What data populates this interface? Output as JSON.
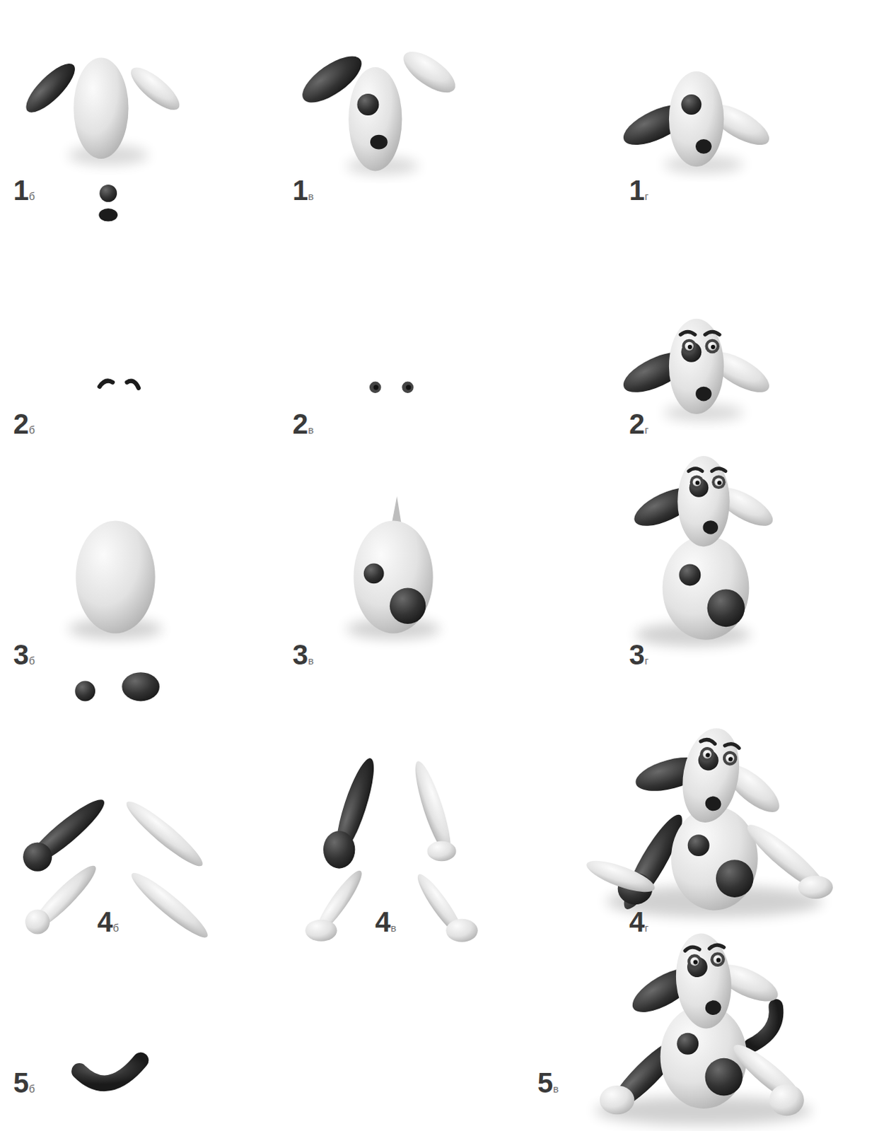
{
  "diagram": {
    "labels": [
      "1б",
      "1в",
      "1г",
      "2б",
      "2в",
      "2г",
      "3б",
      "3в",
      "3г",
      "4б",
      "4в",
      "4г",
      "5б",
      "5в"
    ]
  }
}
